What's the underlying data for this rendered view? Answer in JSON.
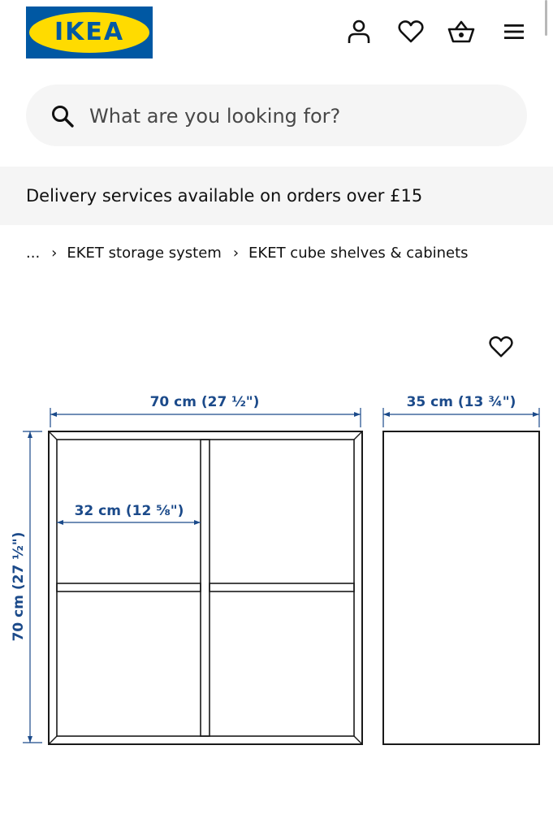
{
  "header": {
    "logo_text": "IKEA",
    "icons": [
      "user-icon",
      "heart-icon",
      "basket-icon",
      "menu-icon"
    ]
  },
  "search": {
    "placeholder": "What are you looking for?"
  },
  "banner": {
    "text": "Delivery services available on orders over £15"
  },
  "breadcrumb": {
    "items": [
      "...",
      "EKET storage system",
      "EKET cube shelves & cabinets"
    ]
  },
  "product": {
    "favourite_icon": "heart-icon"
  },
  "diagram": {
    "front_width_label": "70 cm (27 ½\")",
    "depth_label": "35 cm (13 ¾\")",
    "inner_width_label": "32 cm (12 ⅝\")",
    "height_label": "70 cm (27 ½\")"
  },
  "colors": {
    "ikea_blue": "#0058a3",
    "ikea_yellow": "#ffdb00",
    "dimension_blue": "#1b4a8a",
    "surface_gray": "#f5f5f5"
  }
}
